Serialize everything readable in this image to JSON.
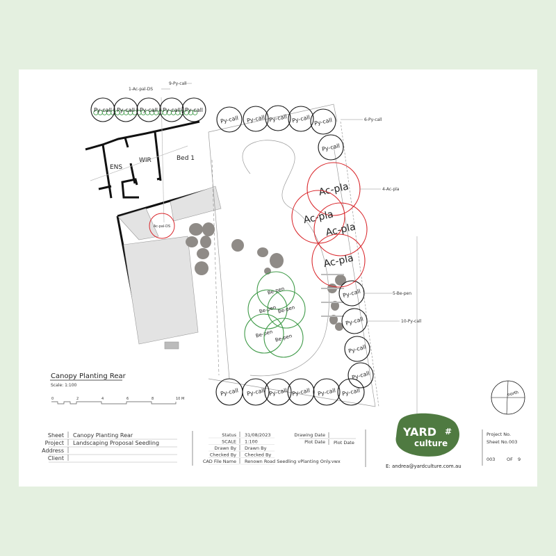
{
  "plan": {
    "rooms": {
      "ens": "ENS",
      "wir": "WIR",
      "bed1": "Bed 1"
    },
    "plants": {
      "py": "Py-call",
      "ac": "Ac-pla",
      "be": "Be-pen",
      "acpal": "Ac-pal-DS"
    },
    "callouts": {
      "c1": "1-Ac-pal-DS",
      "c9": "9-Py-call",
      "c6": "6-Py-call",
      "c4": "4-Ac-pla",
      "c5": "5-Be-pen",
      "c10": "10-Py-call"
    },
    "north": "north",
    "colors": {
      "ac": "#d9262b",
      "be": "#3f9a48",
      "py": "#111111",
      "rock": "#8f8b87"
    }
  },
  "title": {
    "heading": "Canopy Planting Rear",
    "scale": "Scale: 1:100"
  },
  "scale_bar": {
    "ticks": [
      "0",
      "2",
      "4",
      "6",
      "8",
      "10 M"
    ]
  },
  "title_block": {
    "left": [
      {
        "label": "Sheet",
        "value": "Canopy Planting Rear"
      },
      {
        "label": "Project",
        "value": "Landscaping Proposal Seedling"
      },
      {
        "label": "Address",
        "value": ""
      },
      {
        "label": "Client",
        "value": ""
      }
    ],
    "mid": [
      {
        "label": "Status",
        "value": "31/08/2023"
      },
      {
        "label": "SCALE",
        "value": "1:100"
      },
      {
        "label": "Drawn By",
        "value": "Drawn By"
      },
      {
        "label": "Checked By",
        "value": "Checked By"
      },
      {
        "label": "CAD File Name",
        "value": "Renown Road Seedling vPlanting Only.vwx"
      }
    ],
    "dates": [
      {
        "label": "Drawing Date",
        "value": ""
      },
      {
        "label": "Plot Date",
        "value": "Plot Date"
      }
    ],
    "logo": {
      "line1": "YARD",
      "line2": "culture",
      "color": "#4f7a41"
    },
    "email": "E: andrea@yardculture.com.au",
    "right": {
      "project_no": "Project No.",
      "sheet_no_label": "Sheet No.",
      "sheet_no": "003",
      "page": "003",
      "of": "OF",
      "total": "9"
    }
  }
}
